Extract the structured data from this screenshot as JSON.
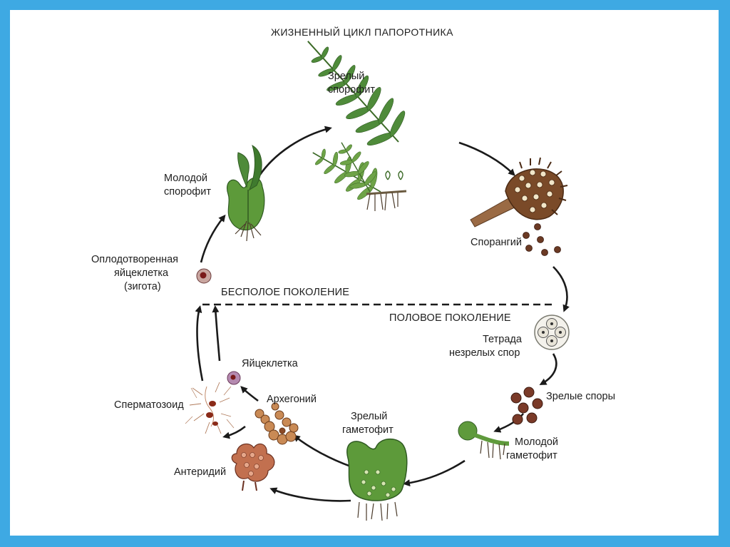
{
  "title": "ЖИЗНЕННЫЙ ЦИКЛ ПАПОРОТНИКА",
  "colors": {
    "frame_border": "#3ea9e3",
    "background": "#ffffff",
    "leaf_green": "#4f8b3a",
    "sporangium_brown": "#7a4a28",
    "spore_brown": "#6b3a24",
    "antheridium": "#c2704f",
    "archegonium": "#c98a55"
  },
  "stages": {
    "mature_sporophyte": [
      "Зрелый",
      "спорофит"
    ],
    "sporangium": [
      "Спорангий"
    ],
    "tetrad": [
      "Тетрада",
      "незрелых спор"
    ],
    "mature_spores": [
      "Зрелые споры"
    ],
    "young_gametophyte": [
      "Молодой",
      "гаметофит"
    ],
    "mature_gametophyte": [
      "Зрелый",
      "гаметофит"
    ],
    "antheridium": [
      "Антеридий"
    ],
    "archegonium": [
      "Архегоний"
    ],
    "sperm": [
      "Сперматозоид"
    ],
    "egg": [
      "Яйцеклетка"
    ],
    "zygote": [
      "Оплодотворенная",
      "яйцеклетка",
      "(зигота)"
    ],
    "young_sporophyte": [
      "Молодой",
      "спорофит"
    ]
  },
  "generations": {
    "asexual": "БЕСПОЛОЕ ПОКОЛЕНИЕ",
    "sexual": "ПОЛОВОЕ ПОКОЛЕНИЕ"
  },
  "icons": [
    "mature-fern-icon",
    "sporangium-icon",
    "spore-icon",
    "tetrad-icon",
    "young-gametophyte-icon",
    "mature-gametophyte-icon",
    "antheridium-icon",
    "archegonium-icon",
    "sperm-icon",
    "egg-cell-icon",
    "zygote-icon",
    "young-sporophyte-icon"
  ]
}
